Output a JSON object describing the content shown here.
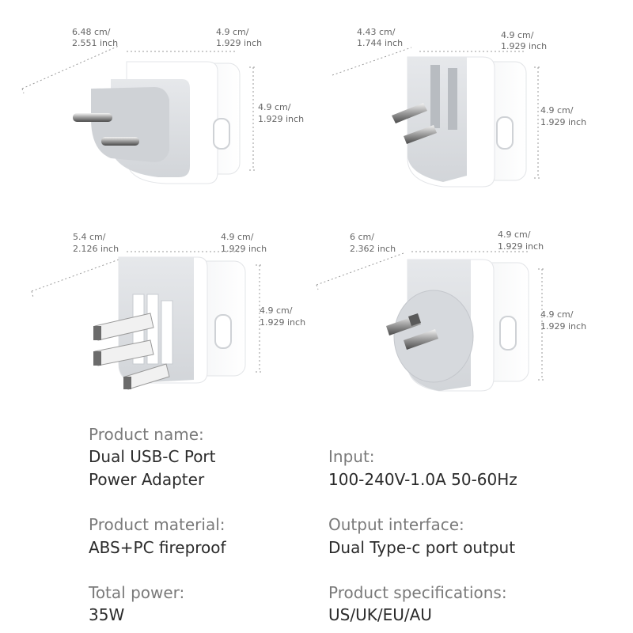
{
  "adapters": [
    {
      "id": "eu",
      "length": "6.48 cm/",
      "length_in": "2.551 inch",
      "width": "4.9 cm/",
      "width_in": "1.929 inch",
      "height": "4.9 cm/",
      "height_in": "1.929 inch"
    },
    {
      "id": "us",
      "length": "4.43 cm/",
      "length_in": "1.744 inch",
      "width": "4.9 cm/",
      "width_in": "1.929 inch",
      "height": "4.9 cm/",
      "height_in": "1.929 inch"
    },
    {
      "id": "uk",
      "length": "5.4 cm/",
      "length_in": "2.126 inch",
      "width": "4.9 cm/",
      "width_in": "1.929 inch",
      "height": "4.9 cm/",
      "height_in": "1.929 inch"
    },
    {
      "id": "au",
      "length": "6 cm/",
      "length_in": "2.362 inch",
      "width": "4.9 cm/",
      "width_in": "1.929 inch",
      "height": "4.9 cm/",
      "height_in": "1.929 inch"
    }
  ],
  "specs": {
    "product_name_label": "Product name:",
    "product_name_line1": "Dual USB-C Port",
    "product_name_line2": "Power Adapter",
    "input_label": "Input:",
    "input_value": "100-240V-1.0A  50-60Hz",
    "material_label": "Product material:",
    "material_value": "ABS+PC fireproof",
    "output_label": "Output interface:",
    "output_value": "Dual Type-c port output",
    "power_label": "Total power:",
    "power_value": "35W",
    "spec_label": "Product specifications:",
    "spec_value": "US/UK/EU/AU"
  },
  "colors": {
    "body": "#ffffff",
    "face": "#dfe1e5",
    "shadow": "#cfd2d6",
    "text_label": "#7a7a7a",
    "text_value": "#2b2b2b",
    "dim_text": "#666666"
  }
}
